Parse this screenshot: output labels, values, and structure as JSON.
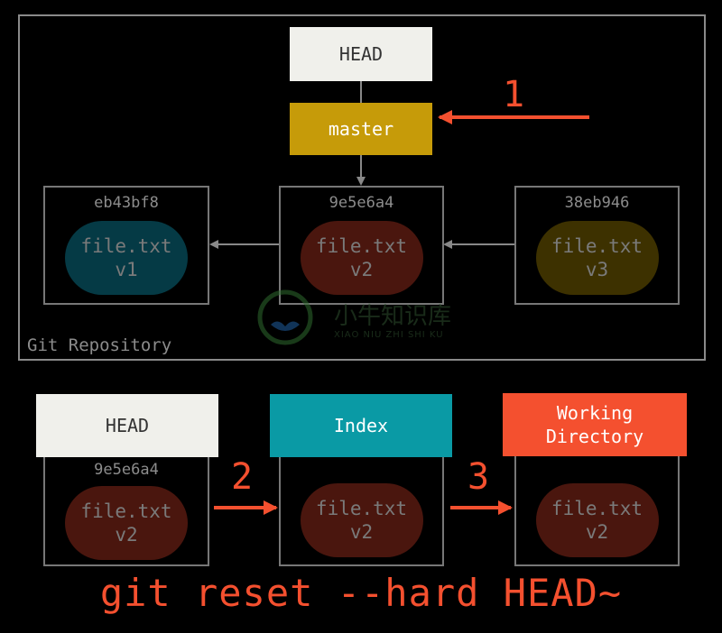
{
  "repository": {
    "label": "Git Repository",
    "head_label": "HEAD",
    "branch_label": "master",
    "commits": [
      {
        "hash": "eb43bf8",
        "file": "file.txt",
        "version": "v1",
        "color": "#053a45"
      },
      {
        "hash": "9e5e6a4",
        "file": "file.txt",
        "version": "v2",
        "color": "#4a160e"
      },
      {
        "hash": "38eb946",
        "file": "file.txt",
        "version": "v3",
        "color": "#3d3100"
      }
    ]
  },
  "trees": {
    "head": {
      "label": "HEAD",
      "hash": "9e5e6a4",
      "file": "file.txt",
      "version": "v2"
    },
    "index": {
      "label": "Index",
      "file": "file.txt",
      "version": "v2"
    },
    "working_directory": {
      "label_line1": "Working",
      "label_line2": "Directory",
      "file": "file.txt",
      "version": "v2"
    }
  },
  "steps": [
    "1",
    "2",
    "3"
  ],
  "command": "git reset --hard HEAD~",
  "watermark": {
    "cn": "小牛知识库",
    "en": "XIAO NIU ZHI SHI KU"
  },
  "colors": {
    "accent": "#f4502f",
    "branch": "#c69b09",
    "index": "#0a9aa5",
    "head": "#f0f0eb"
  }
}
